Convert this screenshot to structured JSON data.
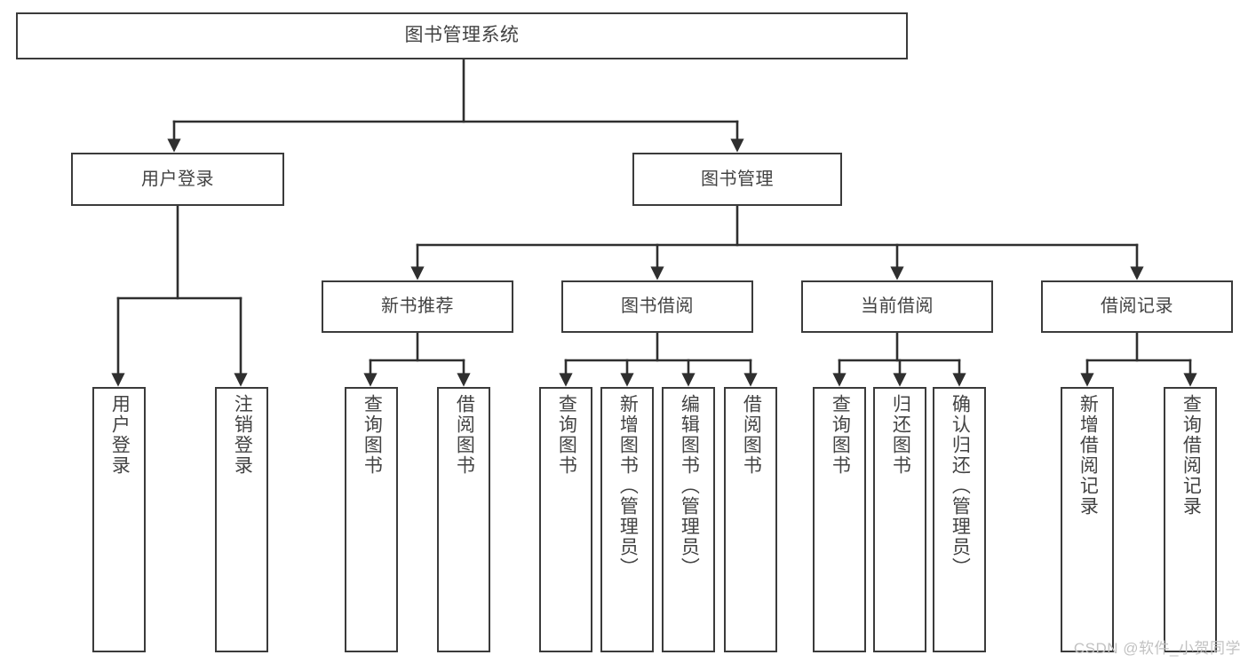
{
  "diagram": {
    "type": "tree",
    "title": "图书管理系统",
    "style": {
      "border_color": "#3b3b3b",
      "text_color": "#434343",
      "background": "#ffffff",
      "edge_color": "#2f2f2f",
      "watermark_color": "#c2c2c2"
    },
    "watermark": "CSDN @软件_小贺同学",
    "nodes": {
      "root": {
        "label": "图书管理系统"
      },
      "level2": [
        {
          "label": "用户登录"
        },
        {
          "label": "图书管理"
        }
      ],
      "level3": [
        {
          "label": "新书推荐"
        },
        {
          "label": "图书借阅"
        },
        {
          "label": "当前借阅"
        },
        {
          "label": "借阅记录"
        }
      ],
      "leaves": {
        "user_login": [
          {
            "label": "用户登录"
          },
          {
            "label": "注销登录"
          }
        ],
        "new_book": [
          {
            "label": "查询图书"
          },
          {
            "label": "借阅图书"
          }
        ],
        "book_borrow": [
          {
            "label": "查询图书"
          },
          {
            "label": "新增图书（管理员）"
          },
          {
            "label": "编辑图书（管理员）"
          },
          {
            "label": "借阅图书"
          }
        ],
        "current_borrow": [
          {
            "label": "查询图书"
          },
          {
            "label": "归还图书"
          },
          {
            "label": "确认归还（管理员）"
          }
        ],
        "borrow_record": [
          {
            "label": "新增借阅记录"
          },
          {
            "label": "查询借阅记录"
          }
        ]
      }
    }
  }
}
